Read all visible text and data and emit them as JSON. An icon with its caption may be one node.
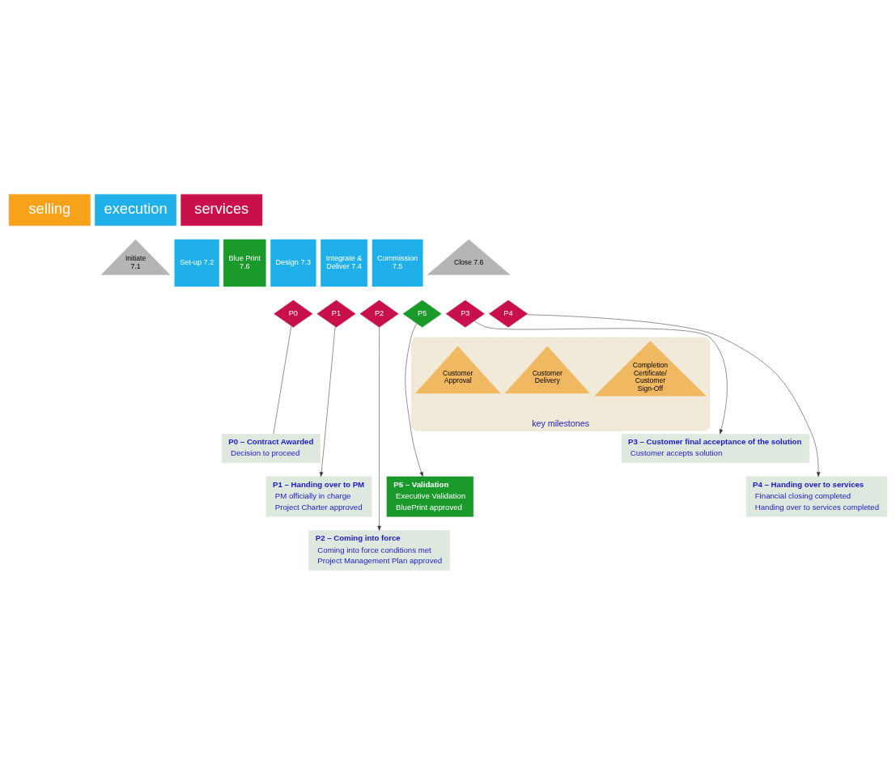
{
  "diagram": {
    "nodes": [
      {
        "text": [
          "selling"
        ]
      },
      {
        "text": [
          "execution"
        ]
      },
      {
        "text": [
          "services"
        ]
      },
      {
        "text": [
          "Initiate 7.1"
        ]
      },
      {
        "text": [
          "Set-up 7.2"
        ]
      },
      {
        "text": [
          "Blue Print 7.6"
        ]
      },
      {
        "text": [
          "Design 7.3"
        ]
      },
      {
        "text": [
          "Integrate & Deliver 7.4"
        ]
      },
      {
        "text": [
          "Commission 7.5"
        ]
      },
      {
        "text": [
          "Close 7.6"
        ]
      },
      {
        "text": [
          "P0"
        ]
      },
      {
        "text": [
          "P1"
        ]
      },
      {
        "text": [
          "P2"
        ]
      },
      {
        "text": [
          "P5"
        ]
      },
      {
        "text": [
          "P3"
        ]
      },
      {
        "text": [
          "P4"
        ]
      },
      {
        "text": [
          "key milestones"
        ]
      },
      {
        "text": [
          "Customer Approval"
        ],
        "in": 16
      },
      {
        "text": [
          "Customer Delivery"
        ],
        "in": 16
      },
      {
        "text": [
          "Completion Certificate/ Customer Sign-Off"
        ],
        "in": 16
      },
      {
        "text": [
          "P0 – Contract Awarded",
          "Decision to proceed"
        ]
      },
      {
        "text": [
          "P3 – Customer final acceptance of the solution",
          "Customer accepts solution"
        ]
      },
      {
        "text": [
          "P1 – Handing over to PM",
          "PM officially in charge",
          "Project Charter approved"
        ]
      },
      {
        "text": [
          "P5 – Validation",
          "Executive Validation",
          "BluePrint approved"
        ]
      },
      {
        "text": [
          "P4 – Handing over to services",
          "Financial closing completed",
          "Handing over to services completed"
        ]
      },
      {
        "text": [
          "P2 – Coming into force",
          "Coming into force conditions met",
          "Project Management Plan approved"
        ]
      }
    ],
    "edges": [
      {
        "from": 10,
        "to": 20,
        "arrow": "none"
      },
      {
        "from": 11,
        "to": 22,
        "arrow": "to"
      },
      {
        "from": 12,
        "to": 25,
        "arrow": "to"
      },
      {
        "from": 13,
        "to": 23,
        "arrow": "to"
      },
      {
        "from": 14,
        "to": 21,
        "arrow": "to"
      },
      {
        "from": 15,
        "to": 24,
        "arrow": "to"
      }
    ]
  }
}
